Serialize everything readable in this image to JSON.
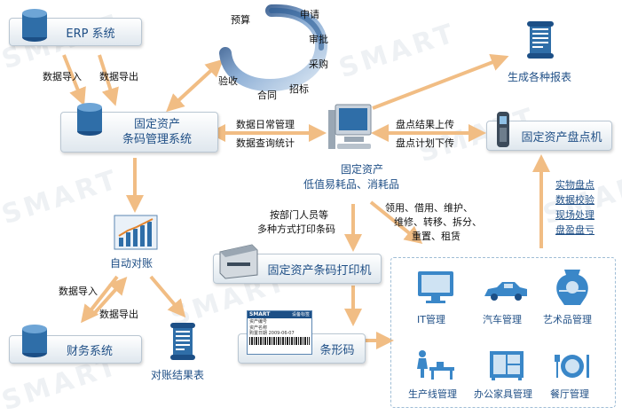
{
  "watermark": "SMART",
  "nodes": {
    "erp": "ERP 系统",
    "fams_line1": "固定资产",
    "fams_line2": "条码管理系统",
    "finance": "财务系统",
    "reconcile": "自动对账",
    "recon_report": "对账结果表",
    "center_line1": "固定资产",
    "center_line2": "低值易耗品、消耗品",
    "reports": "生成各种报表",
    "scanner": "固定资产盘点机",
    "printer": "固定资产条码打印机",
    "barcode": "条形码"
  },
  "cycle": [
    "预算",
    "申请",
    "审批",
    "采购",
    "招标",
    "合同",
    "验收"
  ],
  "labels": {
    "erp_import": "数据导入",
    "erp_export": "数据导出",
    "daily_mgmt": "数据日常管理",
    "query_stats": "数据查询统计",
    "upload": "盘点结果上传",
    "download": "盘点计划下传",
    "print_line1": "按部门人员等",
    "print_line2": "多种方式打印条码",
    "ops_line1": "领用、借用、维护、",
    "ops_line2": "维修、转移、拆分、",
    "ops_line3": "重置、租赁",
    "fin_import": "数据导入",
    "fin_export": "数据导出"
  },
  "scanner_links": [
    "实物盘点",
    "数据校验",
    "现场处理",
    "盘盈盘亏"
  ],
  "categories": [
    "IT管理",
    "汽车管理",
    "艺术品管理",
    "生产线管理",
    "办公家具管理",
    "餐厅管理"
  ],
  "barcode_card": {
    "brand": "SMART",
    "title": "设备标签",
    "row1": "资产编号",
    "row2": "资产名称",
    "row3": "购置日期",
    "date": "2009-06-07"
  },
  "colors": {
    "arrow": "#f1bd84",
    "box_text": "#1f4f86",
    "box_border": "#b9c6d2",
    "dashed": "#9fbdd6",
    "icon_blue": "#3a87c8"
  }
}
